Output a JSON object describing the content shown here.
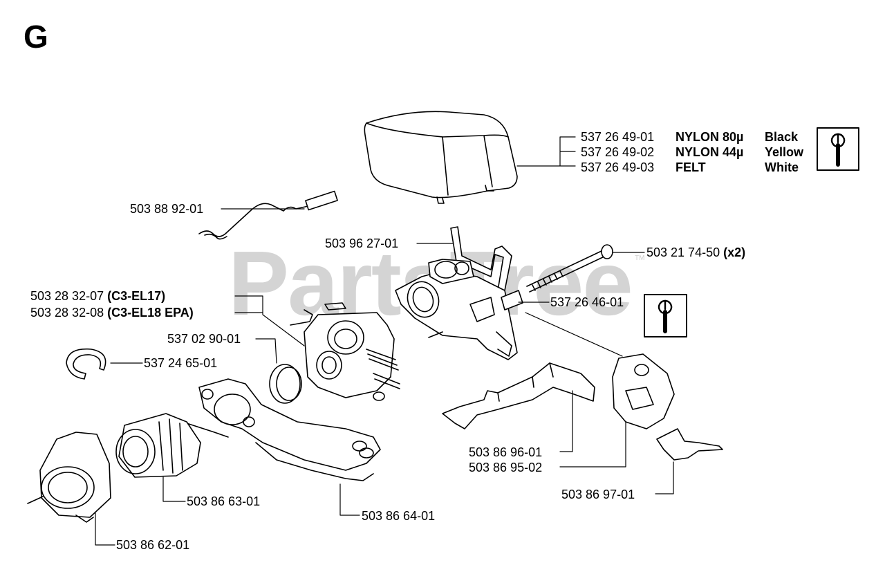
{
  "section_letter": "G",
  "watermark": "PartsTree",
  "watermark_tm": "TM",
  "icons": {
    "tool_icon": "wrench-info-icon"
  },
  "air_filter": {
    "rows": [
      {
        "part": "537 26 49-01",
        "material": "NYLON 80µ",
        "color": "Black"
      },
      {
        "part": "537 26 49-02",
        "material": "NYLON 44µ",
        "color": "Yellow"
      },
      {
        "part": "537 26 49-03",
        "material": "FELT",
        "color": "White"
      }
    ]
  },
  "parts": {
    "p_50388": "503 88 92-01",
    "p_50396": "503 96 27-01",
    "p_50321": "503 21 74-50",
    "p_50321_qty": "(x2)",
    "p_50328a": "503 28 32-07",
    "p_50328a_note": "(C3-EL17)",
    "p_50328b": "503 28 32-08",
    "p_50328b_note": "(C3-EL18 EPA)",
    "p_53726": "537 26 46-01",
    "p_53702": "537 02 90-01",
    "p_53724": "537 24 65-01",
    "p_50386_96": "503 86 96-01",
    "p_50386_95": "503 86 95-02",
    "p_50386_97": "503 86 97-01",
    "p_50386_63": "503 86 63-01",
    "p_50386_64": "503 86 64-01",
    "p_50386_62": "503 86 62-01"
  }
}
